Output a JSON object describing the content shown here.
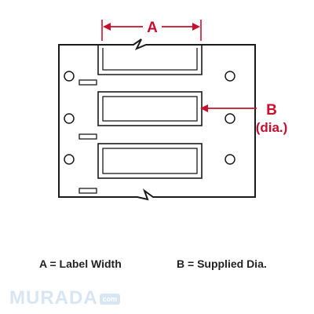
{
  "dimension_a": {
    "letter": "A"
  },
  "dimension_b": {
    "letter": "B",
    "sub": "(dia.)"
  },
  "legend": {
    "a": "A = Label Width",
    "b": "B = Supplied Dia."
  },
  "watermark": {
    "text": "MURADA",
    "badge": "com"
  },
  "colors": {
    "dimension": "#c8102e",
    "outline": "#1a1a1a",
    "text": "#222222"
  }
}
